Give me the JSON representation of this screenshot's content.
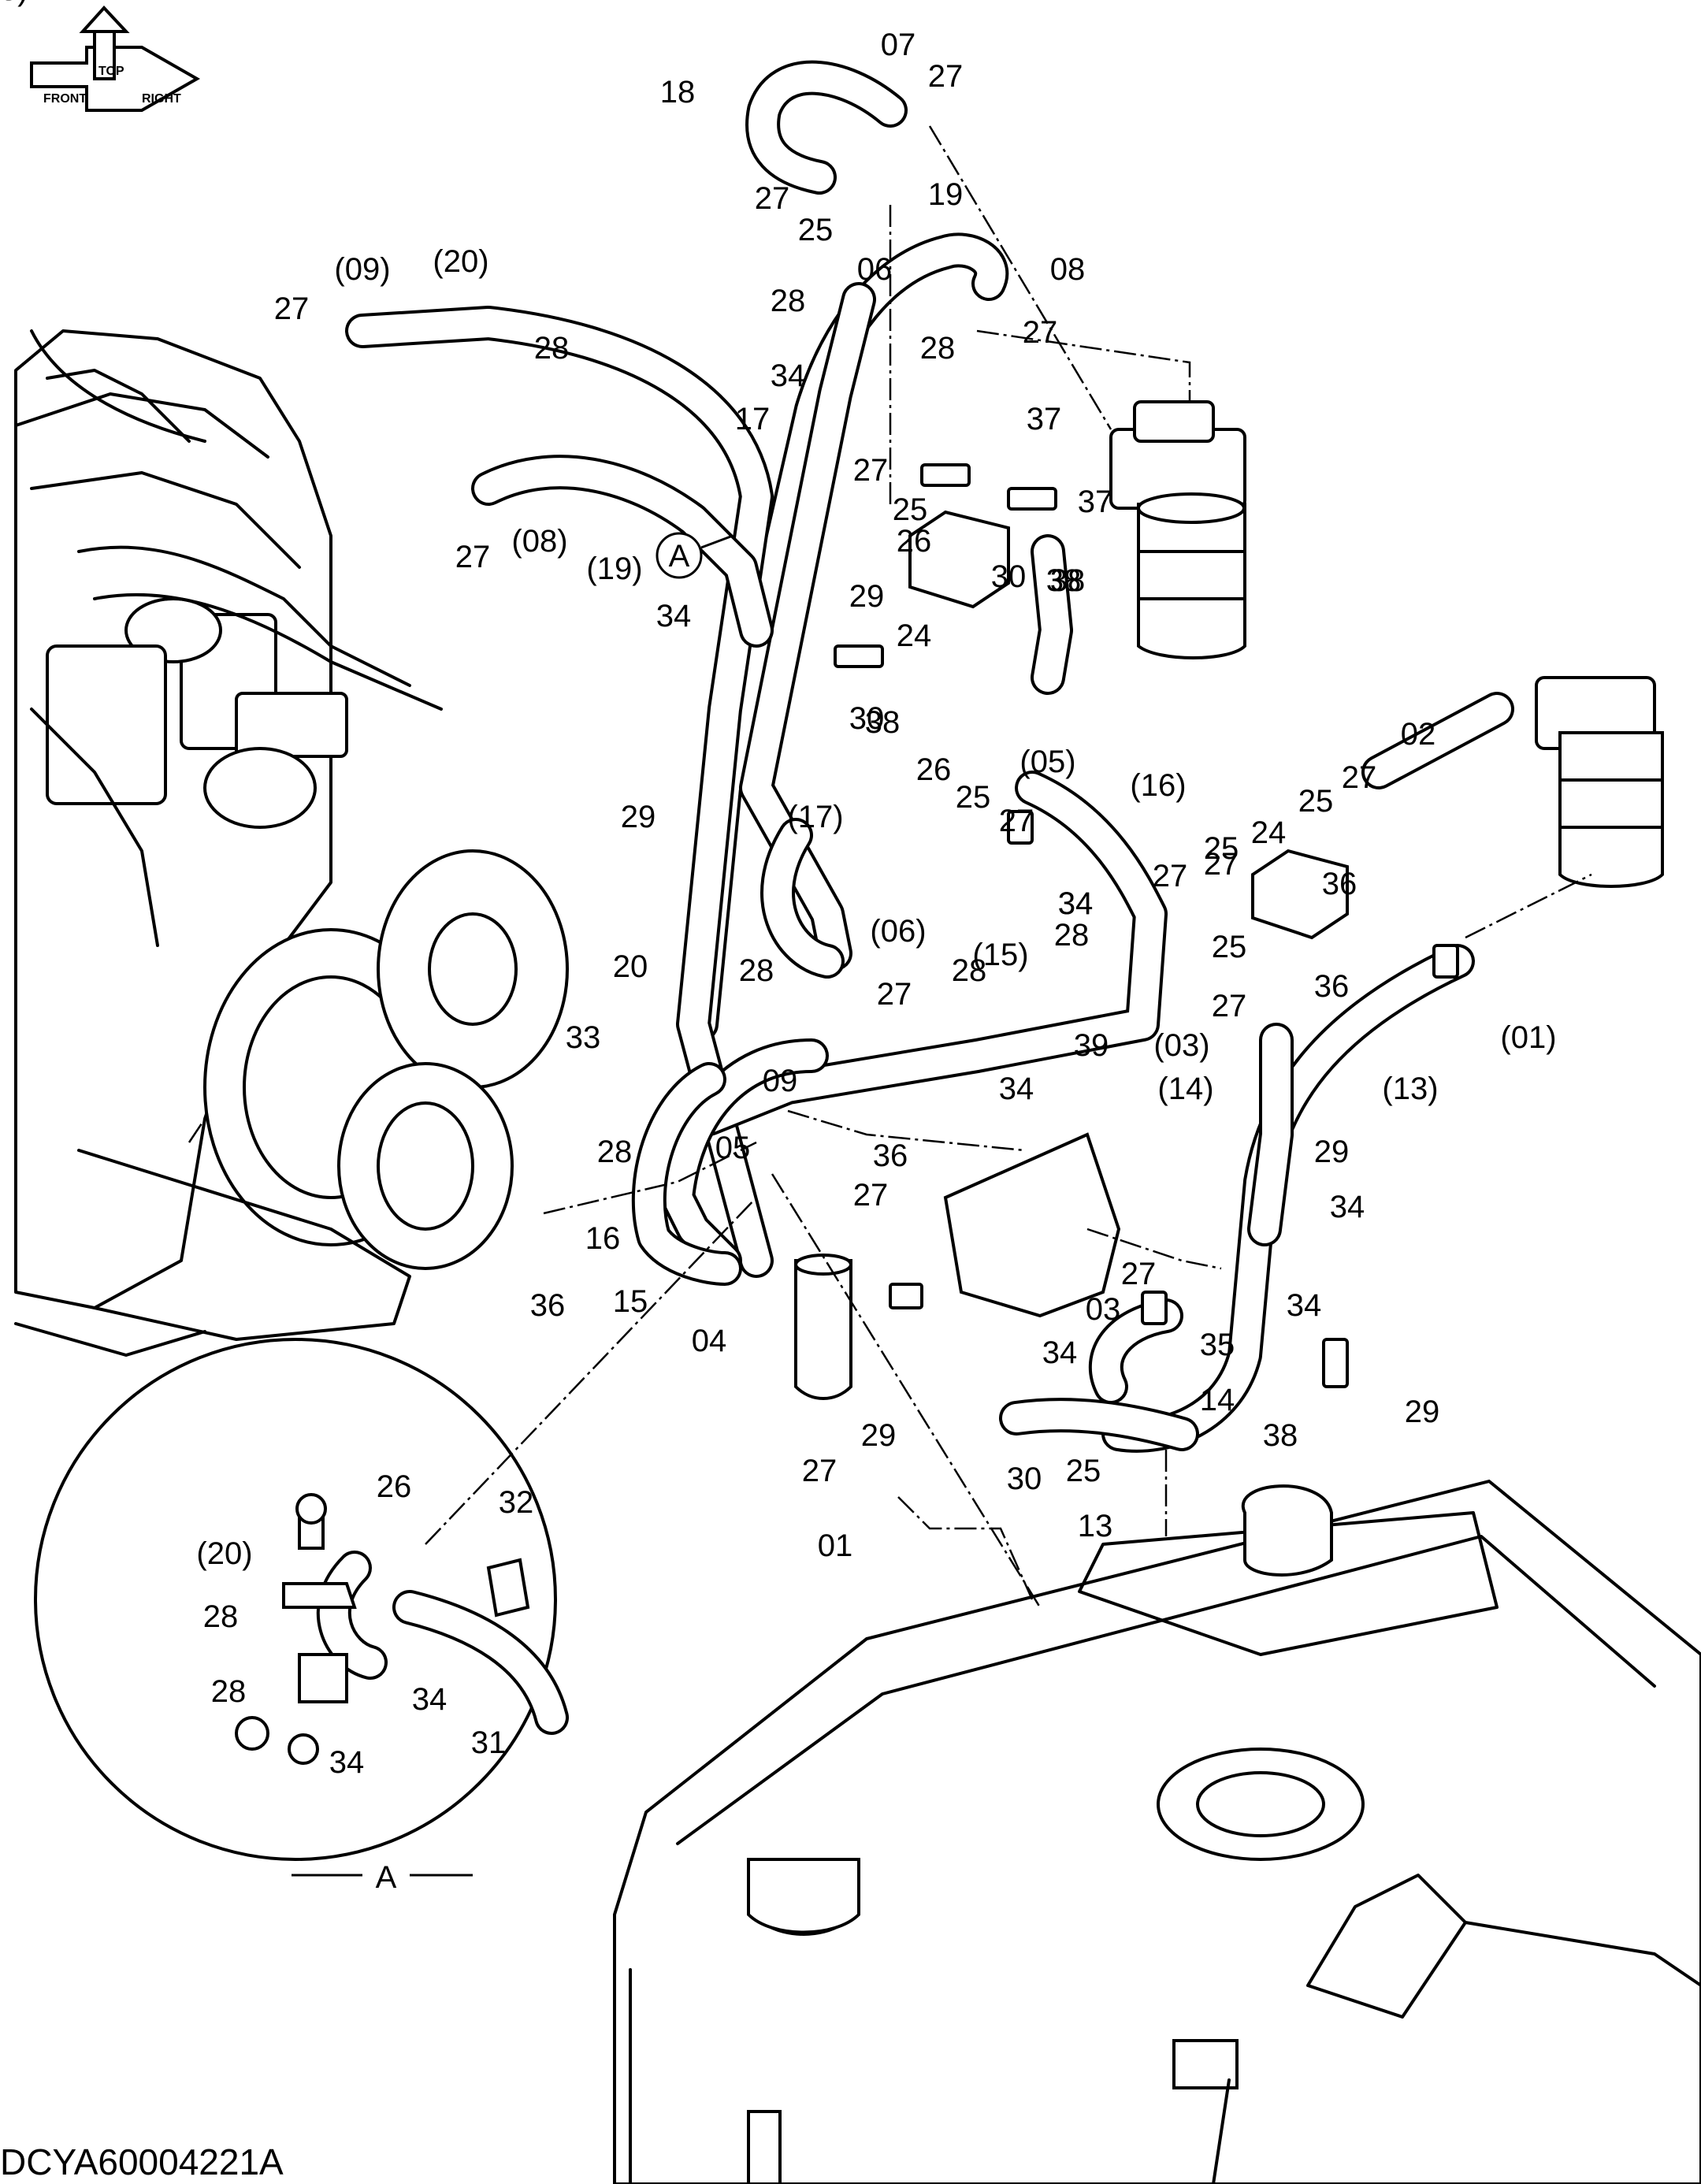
{
  "drawing_code": "DCYA60004221A",
  "detail_letter": "A",
  "callout_letter": "A",
  "orientation": {
    "front": "FRONT",
    "top": "TOP",
    "right": "RIGHT"
  },
  "labels": [
    "07",
    "27",
    "18",
    "27",
    "25",
    "19",
    "08",
    "06",
    "28",
    "27",
    "28",
    "34",
    "(09)",
    "(20)",
    "27",
    "28",
    "17",
    "37",
    "27",
    "25",
    "37",
    "26",
    "38",
    "27",
    "(08)",
    "(19)",
    "34",
    "29",
    "30",
    "38",
    "24",
    "30",
    "38",
    "26",
    "25",
    "27",
    "(05)",
    "(16)",
    "34",
    "29",
    "(17)",
    "27",
    "02",
    "24",
    "25",
    "27",
    "25",
    "36",
    "27",
    "34",
    "28",
    "(06)",
    "27",
    "(15)",
    "28",
    "25",
    "36",
    "20",
    "28",
    "27",
    "39",
    "(03)",
    "(01)",
    "33",
    "09",
    "(14)",
    "(13)",
    "34",
    "28",
    "05",
    "36",
    "29",
    "27",
    "34",
    "16",
    "15",
    "36",
    "04",
    "27",
    "03",
    "34",
    "35",
    "34",
    "14",
    "29",
    "38",
    "29",
    "27",
    "30",
    "25",
    "01",
    "13",
    "26",
    "32",
    "(20)",
    "28",
    "34",
    "28",
    "31",
    "34",
    "(19)",
    "38"
  ]
}
